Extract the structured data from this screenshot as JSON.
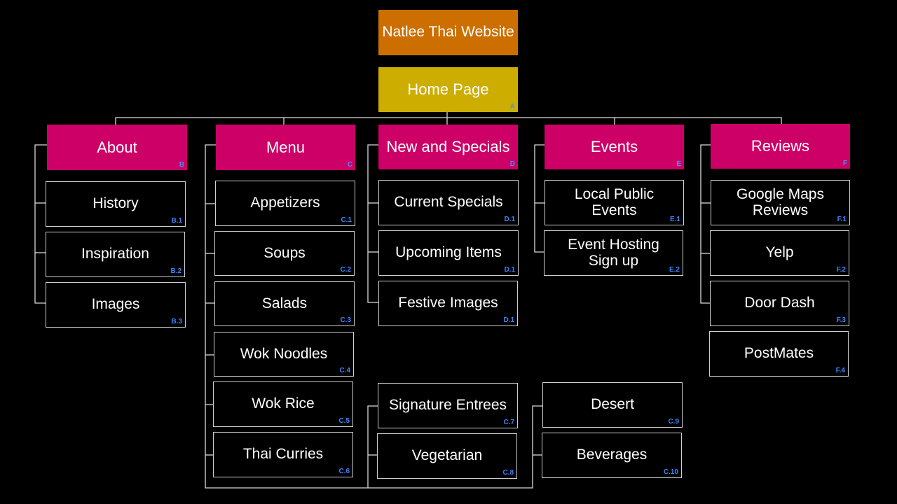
{
  "colors": {
    "background": "#000000",
    "title_fill": "#cc6f00",
    "home_fill": "#ccad00",
    "section_fill": "#cc0066",
    "code_on_fill": "#4a8cff",
    "code_on_dark": "#3d85ff",
    "border": "#cfcfcf",
    "connector": "#d9d9d9"
  },
  "title": "Natlee Thai Website",
  "home": {
    "label": "Home Page",
    "code": "A"
  },
  "sections": {
    "about": {
      "label": "About",
      "code": "B"
    },
    "menu": {
      "label": "Menu",
      "code": "C"
    },
    "new": {
      "label": "New and Specials",
      "code": "D"
    },
    "events": {
      "label": "Events",
      "code": "E"
    },
    "reviews": {
      "label": "Reviews",
      "code": "F"
    }
  },
  "pages": {
    "history": {
      "label": "History",
      "code": "B.1"
    },
    "inspiration": {
      "label": "Inspiration",
      "code": "B.2"
    },
    "images": {
      "label": "Images",
      "code": "B.3"
    },
    "appetizers": {
      "label": "Appetizers",
      "code": "C.1"
    },
    "soups": {
      "label": "Soups",
      "code": "C.2"
    },
    "salads": {
      "label": "Salads",
      "code": "C.3"
    },
    "wok_noodles": {
      "label": "Wok Noodles",
      "code": "C.4"
    },
    "wok_rice": {
      "label": "Wok Rice",
      "code": "C.5"
    },
    "thai_curries": {
      "label": "Thai Curries",
      "code": "C.6"
    },
    "signature": {
      "label": "Signature Entrees",
      "code": "C.7"
    },
    "vegetarian": {
      "label": "Vegetarian",
      "code": "C.8"
    },
    "desert": {
      "label": "Desert",
      "code": "C.9"
    },
    "beverages": {
      "label": "Beverages",
      "code": "C.10"
    },
    "current_specials": {
      "label": "Current Specials",
      "code": "D.1"
    },
    "upcoming_items": {
      "label": "Upcoming Items",
      "code": "D.1"
    },
    "festive_images": {
      "label": "Festive Images",
      "code": "D.1"
    },
    "local_events": {
      "label": "Local Public Events",
      "code": "E.1"
    },
    "event_hosting": {
      "label": "Event Hosting Sign up",
      "code": "E.2"
    },
    "google_maps": {
      "label": "Google Maps Reviews",
      "code": "F.1"
    },
    "yelp": {
      "label": "Yelp",
      "code": "F.2"
    },
    "door_dash": {
      "label": "Door Dash",
      "code": "F.3"
    },
    "postmates": {
      "label": "PostMates",
      "code": "F.4"
    }
  }
}
